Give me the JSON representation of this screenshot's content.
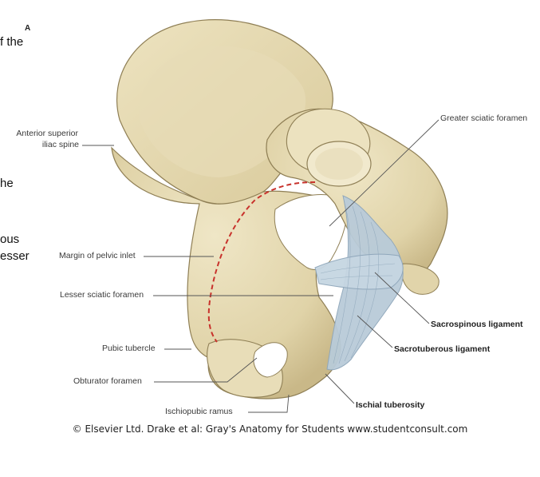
{
  "corner_letter": "A",
  "side_text": [
    "f the",
    "he",
    "ous",
    "esser"
  ],
  "labels": {
    "asis_line1": "Anterior superior",
    "asis_line2": "iliac spine",
    "margin_inlet": "Margin of pelvic inlet",
    "lesser_sciatic": "Lesser sciatic foramen",
    "pubic_tubercle": "Pubic tubercle",
    "obturator": "Obturator foramen",
    "ischiopubic": "Ischiopubic ramus",
    "greater_sciatic": "Greater sciatic foramen",
    "sacrospinous": "Sacrospinous ligament",
    "sacrotuberous": "Sacrotuberous ligament",
    "ischial_tuberosity": "Ischial tuberosity"
  },
  "credit": "© Elsevier Ltd. Drake et al: Gray's Anatomy for Students www.studentconsult.com",
  "colors": {
    "bone": "#e3d7b0",
    "bone_shadow": "#c6b585",
    "bone_outline": "#8f7f55",
    "ligament": "#b9cbd9",
    "ligament_line": "#8ea6ba",
    "pelvic_inlet_dash": "#c8322c",
    "leader": "#555555"
  }
}
